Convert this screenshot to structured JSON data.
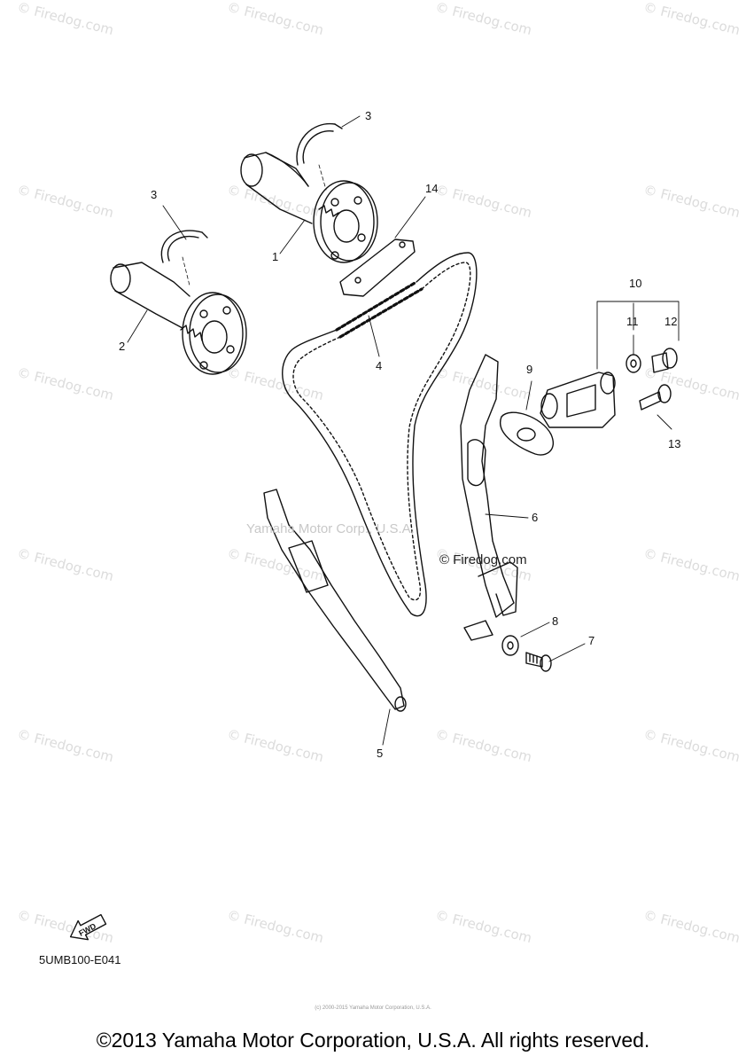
{
  "watermark": {
    "text": "© Firedog.com"
  },
  "overlays": {
    "brand": "Yamaha Motor Corp., U.S.A.",
    "site": "© Firedog.com"
  },
  "callouts": [
    "3",
    "3",
    "14",
    "1",
    "2",
    "4",
    "10",
    "11",
    "12",
    "9",
    "13",
    "6",
    "8",
    "7",
    "5"
  ],
  "fwd_label": "FWD",
  "diagram_code": "5UMB100-E041",
  "fine_print": "(c) 2000-2015 Yamaha Motor Corporation, U.S.A.",
  "copyright": "©2013 Yamaha Motor Corporation, U.S.A. All rights reserved."
}
